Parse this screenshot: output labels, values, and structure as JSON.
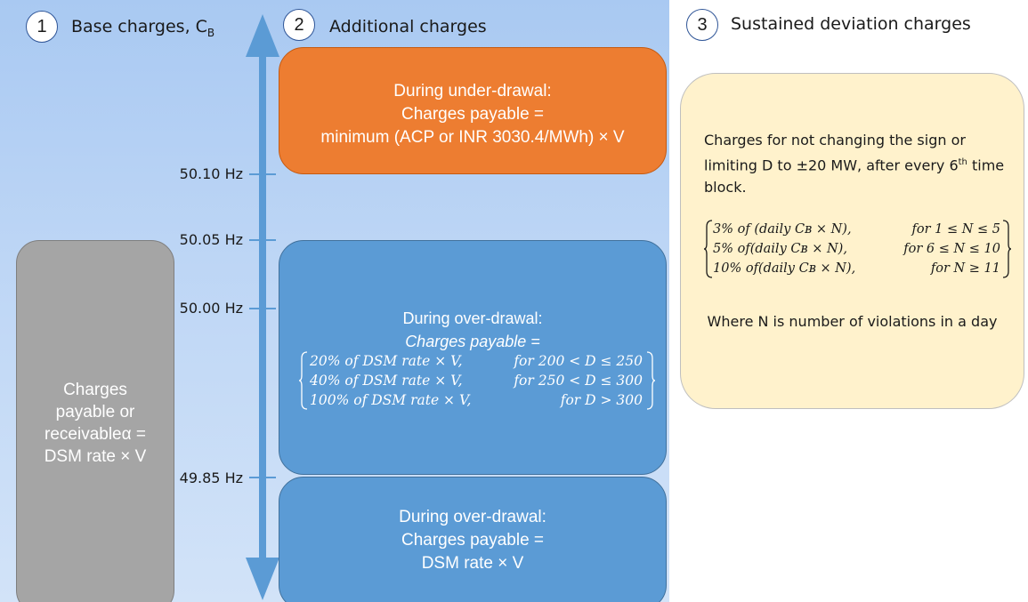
{
  "sections": [
    {
      "number": "1",
      "title": "Base charges, C",
      "title_sub": "B"
    },
    {
      "number": "2",
      "title": "Additional charges"
    },
    {
      "number": "3",
      "title": "Sustained deviation charges"
    }
  ],
  "base_box": {
    "lines": [
      "Charges",
      "payable or",
      "receivableα =",
      "DSM rate × V"
    ]
  },
  "frequency_labels": [
    "50.10 Hz",
    "50.05 Hz",
    "50.00 Hz",
    "49.85 Hz"
  ],
  "under_drawal_box": {
    "lines": [
      "During under-drawal:",
      "Charges payable =",
      "minimum (ACP or INR 3030.4/MWh) × V"
    ]
  },
  "over_drawal_box_1": {
    "line1": "During over-drawal:",
    "line2": "Charges  payable =",
    "cases": [
      {
        "expr": "20% of DSM rate × V,",
        "cond": "for 200 < D ≤ 250"
      },
      {
        "expr": "40% of DSM rate × V,",
        "cond": "for 250 < D ≤ 300"
      },
      {
        "expr": "100% of DSM rate × V,",
        "cond": "for D > 300"
      }
    ]
  },
  "over_drawal_box_2": {
    "lines": [
      "During over-drawal:",
      "Charges payable =",
      "DSM rate × V"
    ]
  },
  "sustained_box": {
    "description_1": "Charges for not changing the sign or limiting D to ±20 MW, after every 6",
    "description_sup": "th",
    "description_2": "time block.",
    "cases": [
      {
        "expr": "3% of (daily Cʙ × N),",
        "cond": "for 1 ≤ N  ≤ 5"
      },
      {
        "expr": "5% of(daily Cʙ × N),",
        "cond": "for 6 ≤ N  ≤ 10"
      },
      {
        "expr": "10% of(daily Cʙ × N),",
        "cond": "for N  ≥ 11"
      }
    ],
    "note": "Where N is number of violations in a day"
  },
  "colors": {
    "panel_bg": "#bcd5f5",
    "orange": "#ed7d31",
    "blue": "#5b9bd5",
    "grey": "#a5a5a5",
    "cream": "#fff2cc",
    "axis": "#5b9bd5"
  }
}
